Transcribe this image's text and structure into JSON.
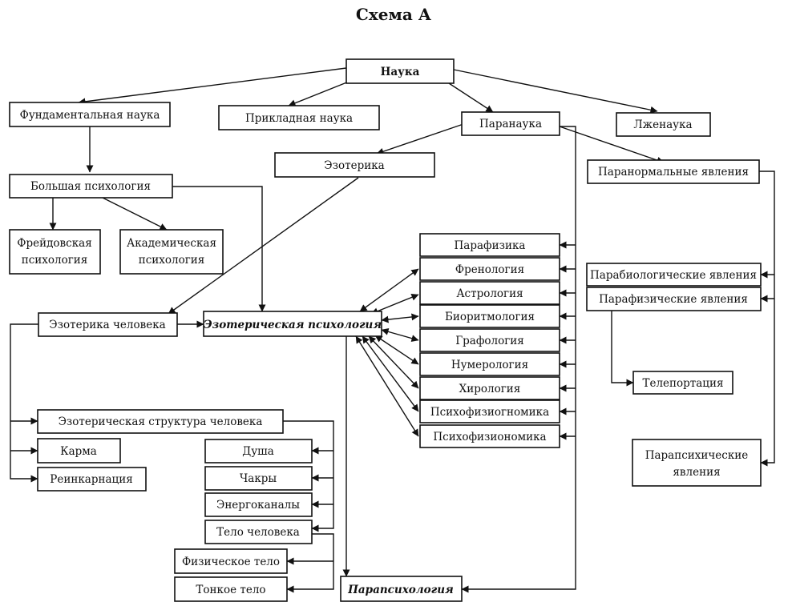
{
  "title": "Схема А",
  "nodes": {
    "nauka": "Наука",
    "fundamental": "Фундаментальная наука",
    "prikladnaya": "Прикладная наука",
    "paranauka": "Паранаука",
    "lzhenauka": "Лженаука",
    "ezoterika": "Эзотерика",
    "paranormal": "Паранормальные явления",
    "bolshaya": "Большая психология",
    "freid_1": "Фрейдовская",
    "freid_2": "психология",
    "akadem_1": "Академическая",
    "akadem_2": "психология",
    "parafizika": "Парафизика",
    "frenologiya": "Френология",
    "astrologiya": "Астрология",
    "bioritmologiya": "Биоритмология",
    "grafologiya": "Графология",
    "numerologiya": "Нумерология",
    "hirologiya": "Хирология",
    "psihofiziognomika": "Психофизиогномика",
    "psihofizionomika": "Психофизиономика",
    "parabiolog": "Парабиологические явления",
    "parafizich": "Парафизические явления",
    "teleportaciya": "Телепортация",
    "parapsih_1": "Парапсихические",
    "parapsih_2": "явления",
    "ezoterika_cheloveka": "Эзотерика человека",
    "ezot_psihologiya": "Эзотерическая психология",
    "struktura": "Эзотерическая структура человека",
    "karma": "Карма",
    "reinkarnaciya": "Реинкарнация",
    "dusha": "Душа",
    "chakry": "Чакры",
    "energokanaly": "Энергоканалы",
    "telo_cheloveka": "Тело человека",
    "fizicheskoe": "Физическое тело",
    "tonkoe": "Тонкое тело",
    "parapsihologiya": "Парапсихология"
  }
}
